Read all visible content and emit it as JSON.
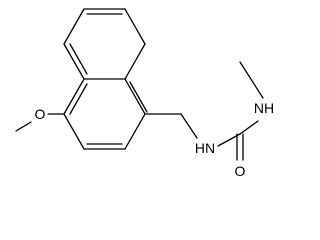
{
  "molecule": {
    "atoms": {
      "o_methoxy": "O",
      "nh_left": "HN",
      "nh_right": "NH",
      "o_carbonyl": "O"
    },
    "colors": {
      "bond": "#000000",
      "text": "#000000",
      "background": "#ffffff"
    }
  }
}
